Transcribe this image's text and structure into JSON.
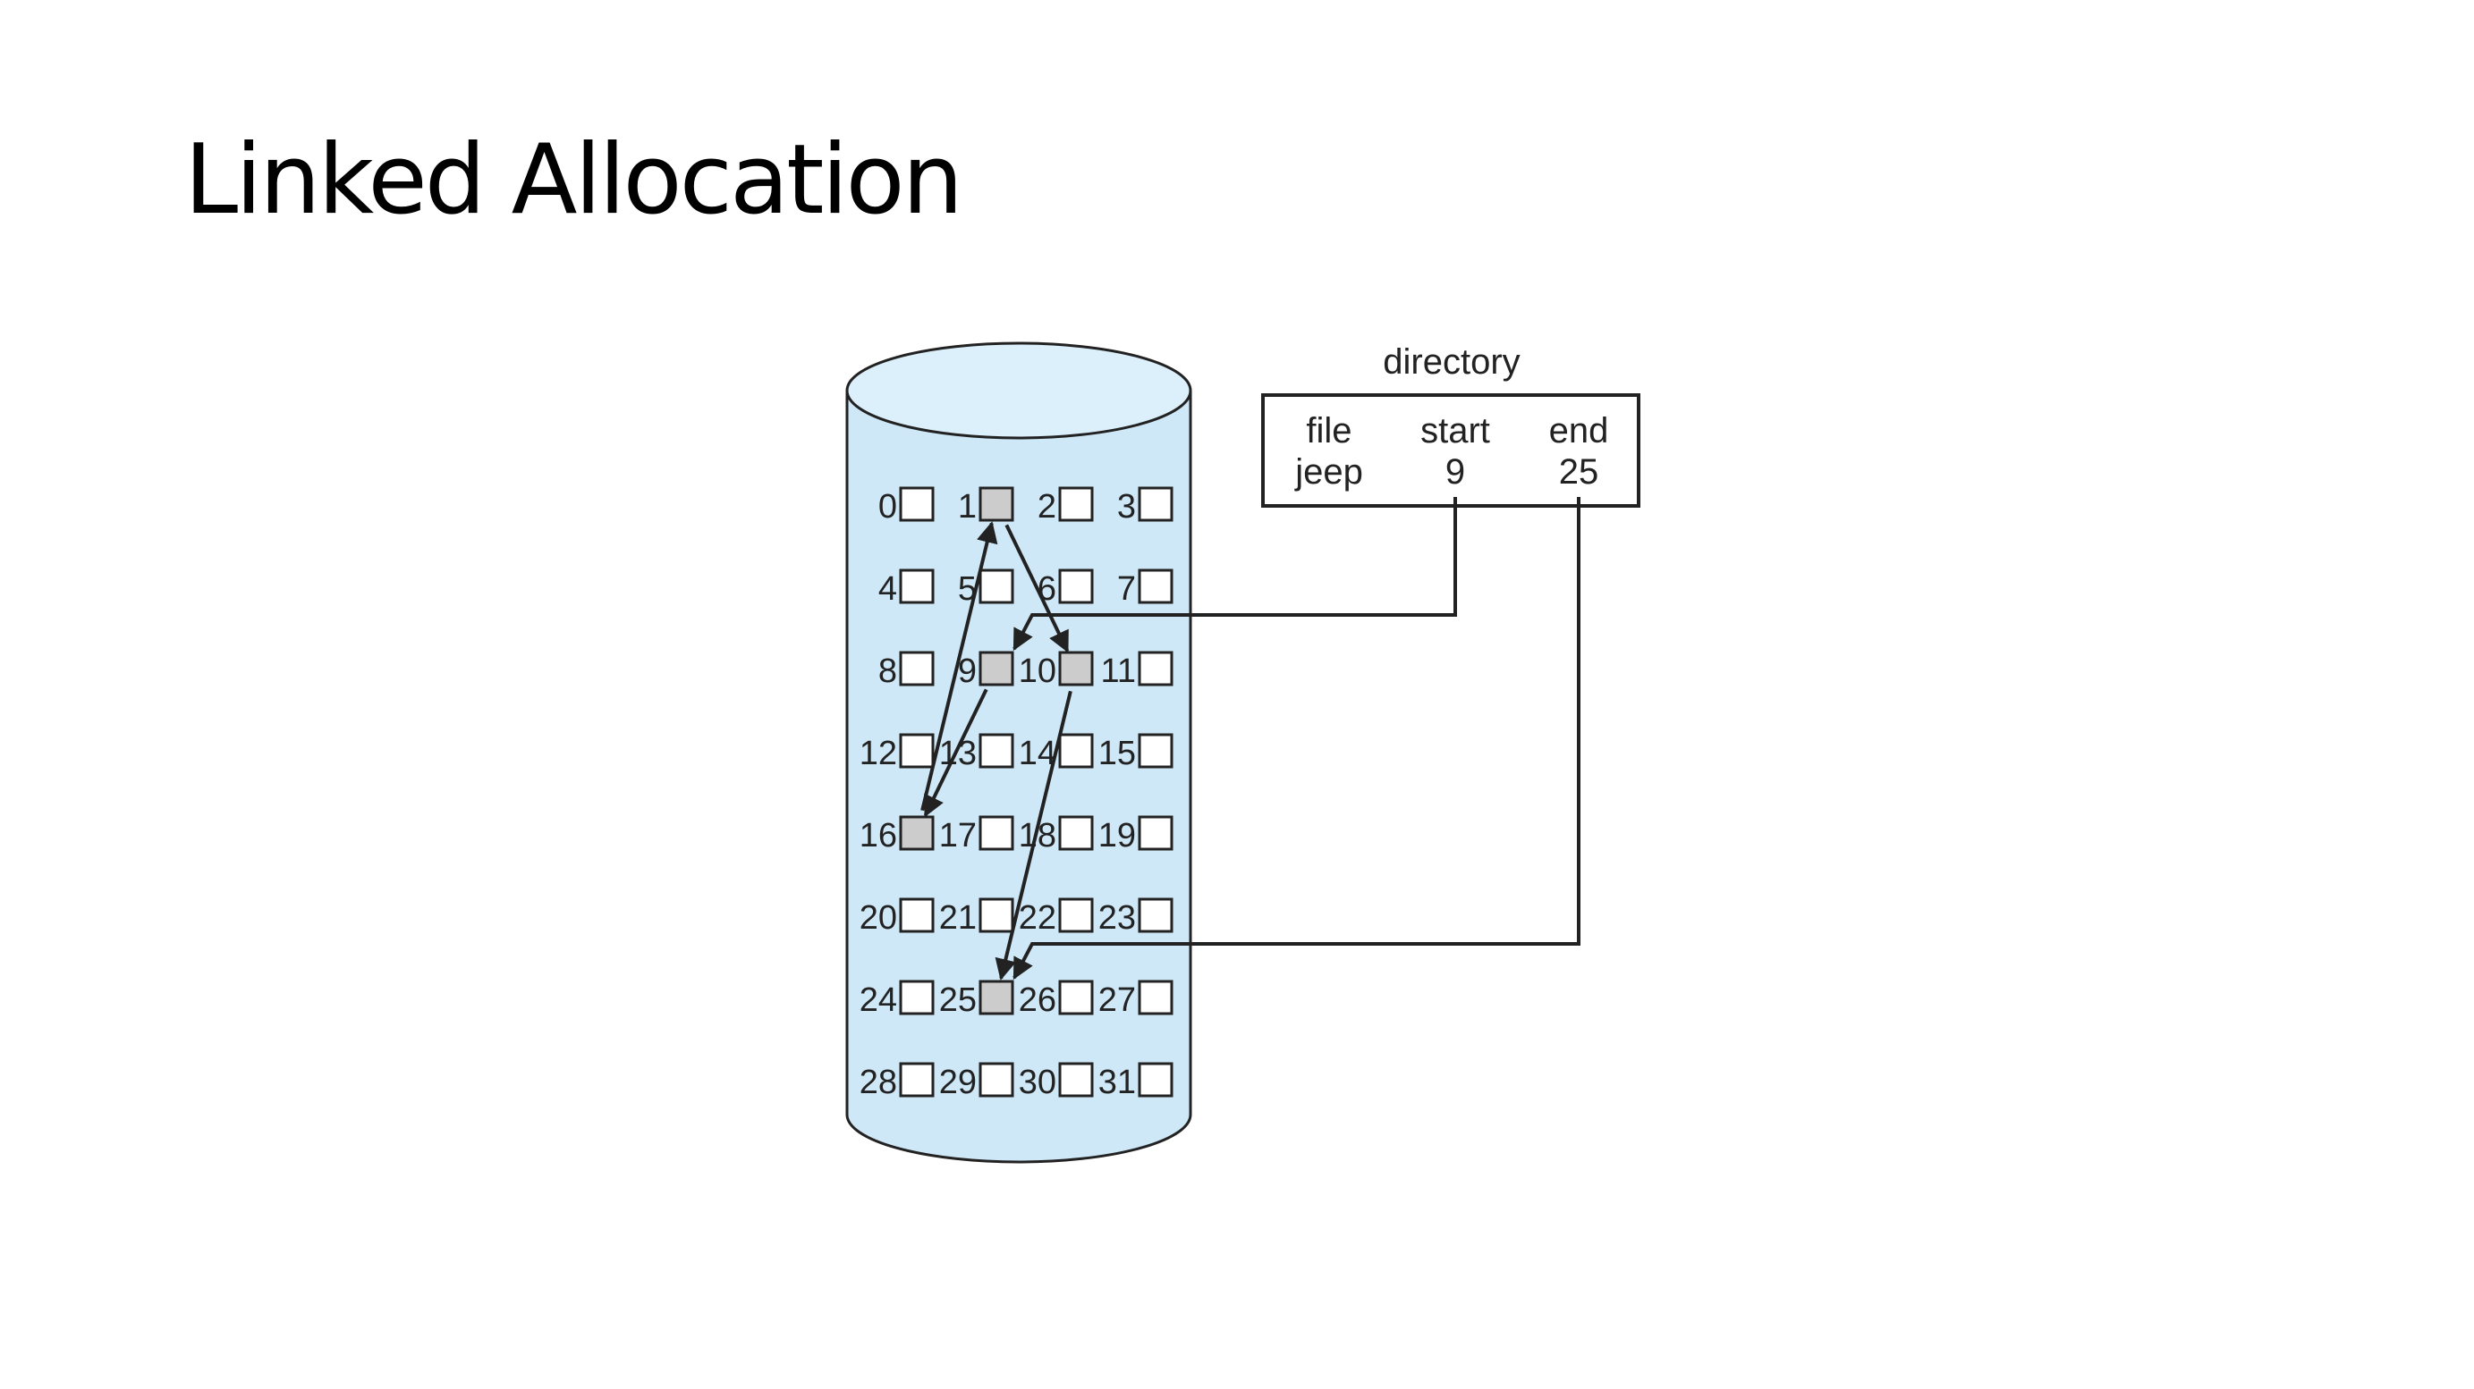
{
  "title": "Linked Allocation",
  "directory": {
    "caption": "directory",
    "headers": {
      "file": "file",
      "start": "start",
      "end": "end"
    },
    "entry": {
      "file": "jeep",
      "start": "9",
      "end": "25"
    }
  },
  "disk": {
    "columns": 4,
    "block_count": 32,
    "blocks": [
      "0",
      "1",
      "2",
      "3",
      "4",
      "5",
      "6",
      "7",
      "8",
      "9",
      "10",
      "11",
      "12",
      "13",
      "14",
      "15",
      "16",
      "17",
      "18",
      "19",
      "20",
      "21",
      "22",
      "23",
      "24",
      "25",
      "26",
      "27",
      "28",
      "29",
      "30",
      "31"
    ],
    "used_blocks": [
      1,
      9,
      10,
      16,
      25
    ],
    "chain": [
      9,
      16,
      1,
      10,
      25
    ]
  },
  "colors": {
    "disk_fill": "#cfe8f7",
    "disk_top": "#dcf0fb",
    "block_used": "#cccccc",
    "block_free": "#ffffff",
    "line": "#222222"
  }
}
